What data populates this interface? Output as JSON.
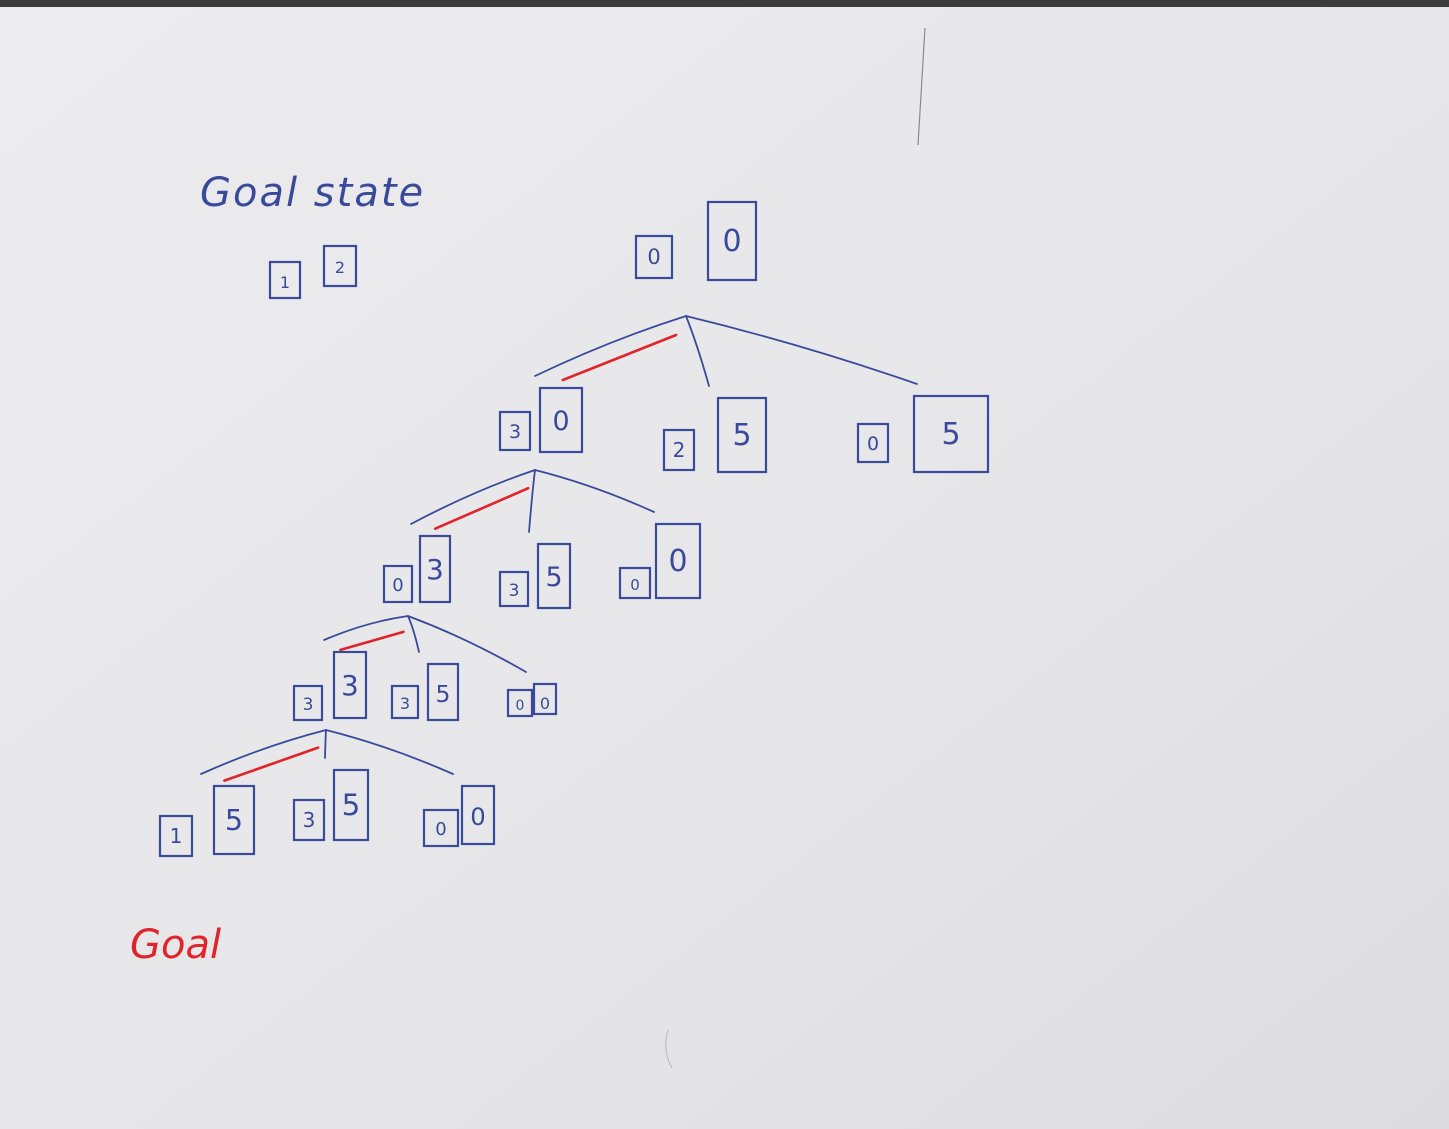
{
  "title": "Goal state",
  "goal_state": {
    "small": "1",
    "large": "2"
  },
  "goal_label": "Goal",
  "colors": {
    "ink_blue": "#3a4a9a",
    "ink_red": "#e0242a",
    "paper": "#e9e9eb"
  },
  "tree": {
    "levels": [
      [
        {
          "id": "n0",
          "small": "0",
          "large": "0"
        }
      ],
      [
        {
          "id": "n1a",
          "small": "3",
          "large": "0"
        },
        {
          "id": "n1b",
          "small": "2",
          "large": "5"
        },
        {
          "id": "n1c",
          "small": "0",
          "large": "5"
        }
      ],
      [
        {
          "id": "n2a",
          "small": "0",
          "large": "3"
        },
        {
          "id": "n2b",
          "small": "3",
          "large": "5"
        },
        {
          "id": "n2c",
          "small": "0",
          "large": "0"
        }
      ],
      [
        {
          "id": "n3a",
          "small": "3",
          "large": "3"
        },
        {
          "id": "n3b",
          "small": "3",
          "large": "5"
        },
        {
          "id": "n3c",
          "small": "0",
          "large": "0"
        }
      ],
      [
        {
          "id": "n4a",
          "small": "1",
          "large": "5"
        },
        {
          "id": "n4b",
          "small": "3",
          "large": "5"
        },
        {
          "id": "n4c",
          "small": "0",
          "large": "0"
        }
      ]
    ],
    "edges": [
      {
        "from": "n0",
        "to": "n1a",
        "path": true
      },
      {
        "from": "n0",
        "to": "n1b",
        "path": false
      },
      {
        "from": "n0",
        "to": "n1c",
        "path": false
      },
      {
        "from": "n1a",
        "to": "n2a",
        "path": true
      },
      {
        "from": "n1a",
        "to": "n2b",
        "path": false
      },
      {
        "from": "n1a",
        "to": "n2c",
        "path": false
      },
      {
        "from": "n2a",
        "to": "n3a",
        "path": true
      },
      {
        "from": "n2a",
        "to": "n3b",
        "path": false
      },
      {
        "from": "n2a",
        "to": "n3c",
        "path": false
      },
      {
        "from": "n3a",
        "to": "n4a",
        "path": true
      },
      {
        "from": "n3a",
        "to": "n4b",
        "path": false
      },
      {
        "from": "n3a",
        "to": "n4c",
        "path": false
      }
    ]
  }
}
